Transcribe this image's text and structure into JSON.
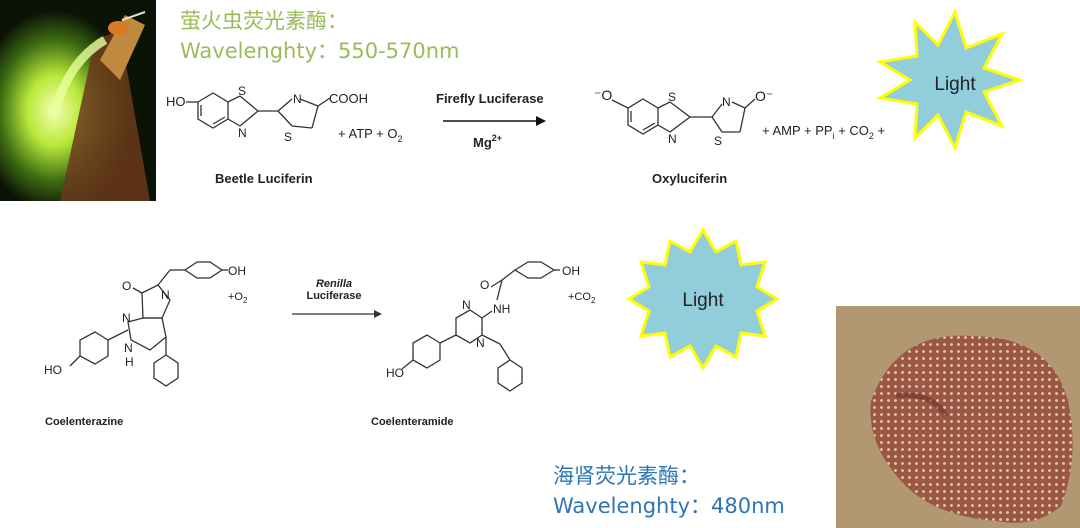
{
  "firefly": {
    "title_cn": "萤火虫荧光素酶：",
    "wavelength": "Wavelenghty：550-570nm",
    "reaction": {
      "substrate_oh": "HO",
      "substrate_cooh": "COOH",
      "s1": "S",
      "n1": "N",
      "n2": "N",
      "s2": "S",
      "reagents": "+ ATP + O",
      "reagents_sub": "2",
      "enzyme": "Firefly Luciferase",
      "cofactor": "Mg",
      "cofactor_sup": "2+",
      "substrate_name": "Beetle Luciferin",
      "product_name": "Oxyluciferin",
      "product_o1": "O",
      "product_o2": "O",
      "products": "+ AMP + PP",
      "products_sub_i": "i",
      "products_tail": " + CO",
      "products_sub_2": "2",
      "products_plus": " +"
    },
    "light_label": "Light"
  },
  "renilla": {
    "title_cn": "海肾荧光素酶：",
    "wavelength": "Wavelenghty：480nm",
    "reaction": {
      "oxygen": "+O",
      "oxygen_sub": "2",
      "enzyme_italic": "Renilla",
      "enzyme": "Luciferase",
      "substrate_name": "Coelenterazine",
      "product_name": "Coelenteramide",
      "co2": "+CO",
      "co2_sub": "2",
      "sub_o": "O",
      "sub_n1": "N",
      "sub_n2": "N",
      "sub_nh": "N",
      "sub_h": "H",
      "sub_ho": "HO",
      "sub_oh": "OH",
      "prod_o": "O",
      "prod_nh": "NH",
      "prod_n1": "N",
      "prod_n2": "N",
      "prod_ho": "HO",
      "prod_oh": "OH"
    },
    "light_label": "Light"
  },
  "colors": {
    "firefly_text": "#9bbb59",
    "renilla_text": "#2e75b6",
    "star_fill": "#92cddc",
    "star_stroke": "#ffff00"
  }
}
